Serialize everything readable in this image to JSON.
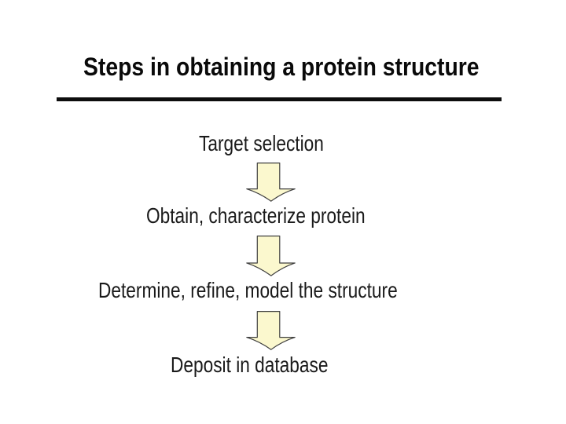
{
  "slide": {
    "title": "Steps in obtaining a protein structure",
    "steps": [
      "Target selection",
      "Obtain, characterize protein",
      "Determine, refine, model the structure",
      "Deposit in database"
    ],
    "colors": {
      "background": "#ffffff",
      "title": "#0a0a0a",
      "body_text": "#1a1a1a",
      "divider": "#0d0d0d",
      "arrow_fill": "#FBF8CE",
      "arrow_outline": "#3f3f3f"
    }
  }
}
